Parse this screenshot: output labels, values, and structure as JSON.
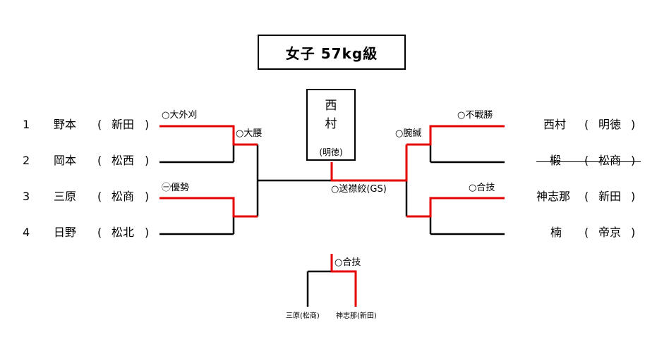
{
  "title": "女子 57kg級",
  "champion": {
    "name_1": "西",
    "name_2": "村",
    "school": "(明徳)"
  },
  "left_players": [
    {
      "seed": "1",
      "name": "野本",
      "open": "(",
      "school": "新田",
      "close": ")"
    },
    {
      "seed": "2",
      "name": "岡本",
      "open": "(",
      "school": "松西",
      "close": ")"
    },
    {
      "seed": "3",
      "name": "三原",
      "open": "(",
      "school": "松商",
      "close": ")"
    },
    {
      "seed": "4",
      "name": "日野",
      "open": "(",
      "school": "松北",
      "close": ")"
    }
  ],
  "right_players": [
    {
      "name": "西村",
      "open": "(",
      "school": "明徳",
      "close": ")"
    },
    {
      "name": "椴",
      "open": "(",
      "school": "松商",
      "close": ")"
    },
    {
      "name": "神志那",
      "open": "(",
      "school": "新田",
      "close": ")"
    },
    {
      "name": "楠",
      "open": "(",
      "school": "帝京",
      "close": ")"
    }
  ],
  "results": {
    "l_r1_top": "○大外刈",
    "l_r1_bottom": "㊀優勢",
    "l_semi": "○大腰",
    "final": "○送襟絞(GS)",
    "r_semi": "○腕緘",
    "r_r1_top": "○不戦勝",
    "r_r1_bottom": "○合技",
    "third_place": "○合技"
  },
  "third_place": {
    "left": "三原(松商)",
    "right": "神志那(新田)"
  },
  "colors": {
    "winner_line": "#e60000",
    "line": "#000000"
  }
}
